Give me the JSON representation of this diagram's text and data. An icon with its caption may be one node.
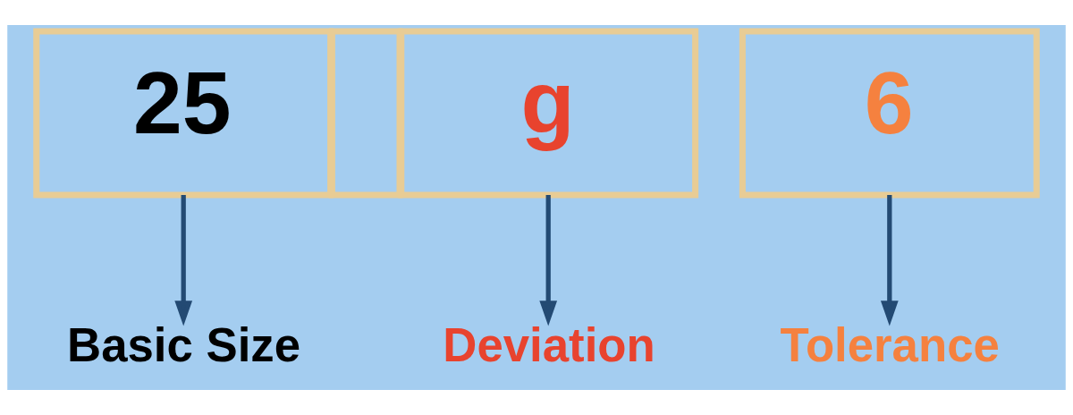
{
  "diagram": {
    "nodes": [
      {
        "text": [
          "25"
        ]
      },
      {
        "text": [],
        "shape": "box"
      },
      {
        "text": [
          "g"
        ]
      },
      {
        "text": [
          "6"
        ]
      },
      {
        "text": [
          "Basic Size"
        ]
      },
      {
        "text": [
          "Deviation"
        ]
      },
      {
        "text": [
          "Tolerance"
        ]
      }
    ],
    "edges": [
      {
        "from": 0,
        "to": 4,
        "arrow": "to"
      },
      {
        "from": 2,
        "to": 5,
        "arrow": "to"
      },
      {
        "from": 3,
        "to": 6,
        "arrow": "to"
      }
    ]
  }
}
